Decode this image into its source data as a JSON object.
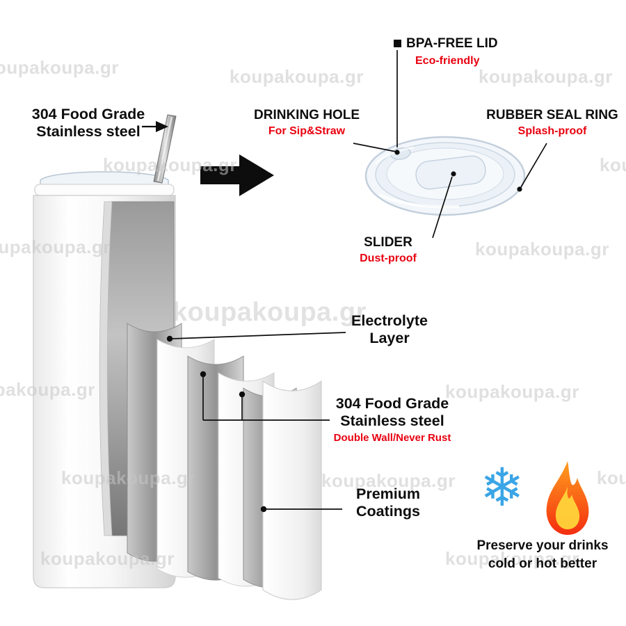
{
  "watermark": "koupakoupa.gr",
  "callouts": {
    "straw_material": {
      "line1": "304 Food Grade",
      "line2": "Stainless steel"
    },
    "bpa_free_lid": {
      "title": "BPA-FREE LID",
      "subtitle": "Eco-friendly"
    },
    "drinking_hole": {
      "title": "DRINKING HOLE",
      "subtitle": "For Sip&Straw"
    },
    "rubber_seal_ring": {
      "title": "RUBBER SEAL RING",
      "subtitle": "Splash-proof"
    },
    "slider": {
      "title": "SLIDER",
      "subtitle": "Dust-proof"
    },
    "electrolyte_layer": {
      "line1": "Electrolyte",
      "line2": "Layer"
    },
    "double_wall": {
      "line1": "304 Food Grade",
      "line2": "Stainless steel",
      "subtitle": "Double Wall/Never Rust"
    },
    "premium_coatings": {
      "line1": "Premium",
      "line2": "Coatings"
    }
  },
  "footer": {
    "line1": "Preserve your drinks",
    "line2": "cold or hot better"
  },
  "icons": {
    "snowflake": "❄"
  },
  "colors": {
    "accent_red": "#e8000f",
    "label_black": "#0d0d0d",
    "watermark_gray": "#c7c7c7",
    "snowflake_blue": "#3aa5e6",
    "flame_orange_top": "#ff9e1f",
    "flame_red_bottom": "#f42d0f"
  }
}
